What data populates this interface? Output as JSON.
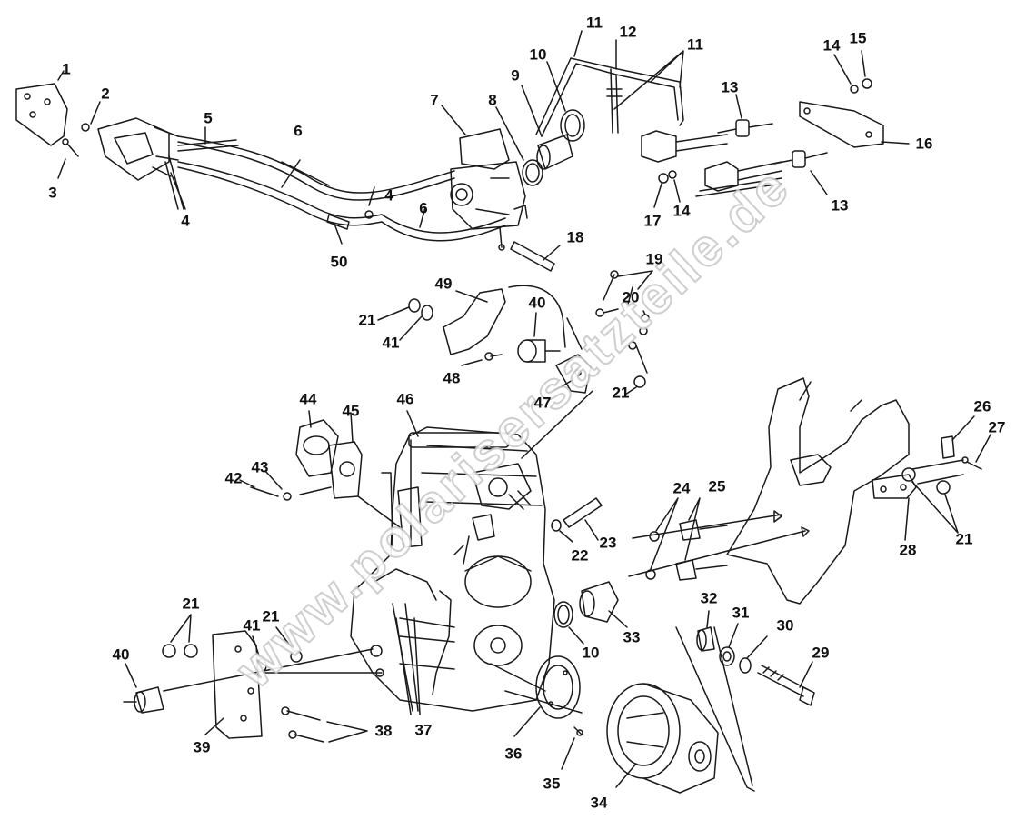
{
  "diagram": {
    "watermark": "www.polarisersatzteile.de",
    "callouts": [
      {
        "id": "c1",
        "text": "1"
      },
      {
        "id": "c2",
        "text": "2"
      },
      {
        "id": "c3",
        "text": "3"
      },
      {
        "id": "c4a",
        "text": "4"
      },
      {
        "id": "c4b",
        "text": "4"
      },
      {
        "id": "c5",
        "text": "5"
      },
      {
        "id": "c6a",
        "text": "6"
      },
      {
        "id": "c6b",
        "text": "6"
      },
      {
        "id": "c7",
        "text": "7"
      },
      {
        "id": "c8",
        "text": "8"
      },
      {
        "id": "c9",
        "text": "9"
      },
      {
        "id": "c10a",
        "text": "10"
      },
      {
        "id": "c11a",
        "text": "11"
      },
      {
        "id": "c12",
        "text": "12"
      },
      {
        "id": "c11b",
        "text": "11"
      },
      {
        "id": "c13a",
        "text": "13"
      },
      {
        "id": "c14a",
        "text": "14"
      },
      {
        "id": "c15",
        "text": "15"
      },
      {
        "id": "c16",
        "text": "16"
      },
      {
        "id": "c17",
        "text": "17"
      },
      {
        "id": "c14b",
        "text": "14"
      },
      {
        "id": "c13b",
        "text": "13"
      },
      {
        "id": "c18",
        "text": "18"
      },
      {
        "id": "c50",
        "text": "50"
      },
      {
        "id": "c49",
        "text": "49"
      },
      {
        "id": "c40a",
        "text": "40"
      },
      {
        "id": "c19",
        "text": "19"
      },
      {
        "id": "c20",
        "text": "20"
      },
      {
        "id": "c21a",
        "text": "21"
      },
      {
        "id": "c41a",
        "text": "41"
      },
      {
        "id": "c48",
        "text": "48"
      },
      {
        "id": "c47",
        "text": "47"
      },
      {
        "id": "c21b",
        "text": "21"
      },
      {
        "id": "c44",
        "text": "44"
      },
      {
        "id": "c45",
        "text": "45"
      },
      {
        "id": "c46",
        "text": "46"
      },
      {
        "id": "c42",
        "text": "42"
      },
      {
        "id": "c43",
        "text": "43"
      },
      {
        "id": "c26",
        "text": "26"
      },
      {
        "id": "c27",
        "text": "27"
      },
      {
        "id": "c24",
        "text": "24"
      },
      {
        "id": "c25",
        "text": "25"
      },
      {
        "id": "c22",
        "text": "22"
      },
      {
        "id": "c23",
        "text": "23"
      },
      {
        "id": "c28",
        "text": "28"
      },
      {
        "id": "c21c",
        "text": "21"
      },
      {
        "id": "c32",
        "text": "32"
      },
      {
        "id": "c31",
        "text": "31"
      },
      {
        "id": "c30",
        "text": "30"
      },
      {
        "id": "c29",
        "text": "29"
      },
      {
        "id": "c33",
        "text": "33"
      },
      {
        "id": "c10b",
        "text": "10"
      },
      {
        "id": "c21d",
        "text": "21"
      },
      {
        "id": "c41b",
        "text": "41"
      },
      {
        "id": "c21e",
        "text": "21"
      },
      {
        "id": "c40b",
        "text": "40"
      },
      {
        "id": "c39",
        "text": "39"
      },
      {
        "id": "c38",
        "text": "38"
      },
      {
        "id": "c37",
        "text": "37"
      },
      {
        "id": "c36",
        "text": "36"
      },
      {
        "id": "c35",
        "text": "35"
      },
      {
        "id": "c34",
        "text": "34"
      }
    ]
  }
}
